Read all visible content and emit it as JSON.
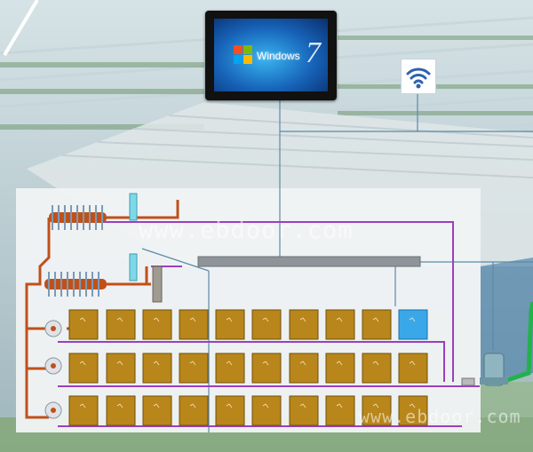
{
  "monitor": {
    "screen_text": "Windows",
    "version_glyph": "7"
  },
  "network": {
    "icon": "wifi-icon"
  },
  "watermarks": [
    "www.ebdoor.com",
    "www.ebdoor.com"
  ],
  "colors": {
    "panel": "#eef0f2",
    "cabinet": "#b8861a",
    "cabinet_highlight": "#3aa8e8",
    "pipe_orange": "#c0501a",
    "pipe_purple": "#9b3fc0",
    "pipe_blue": "#5a8aa8",
    "pipe_green": "#22b24c"
  },
  "cabinets": {
    "rows": 3,
    "per_row": 10,
    "highlighted": [
      [
        0,
        9
      ]
    ]
  }
}
